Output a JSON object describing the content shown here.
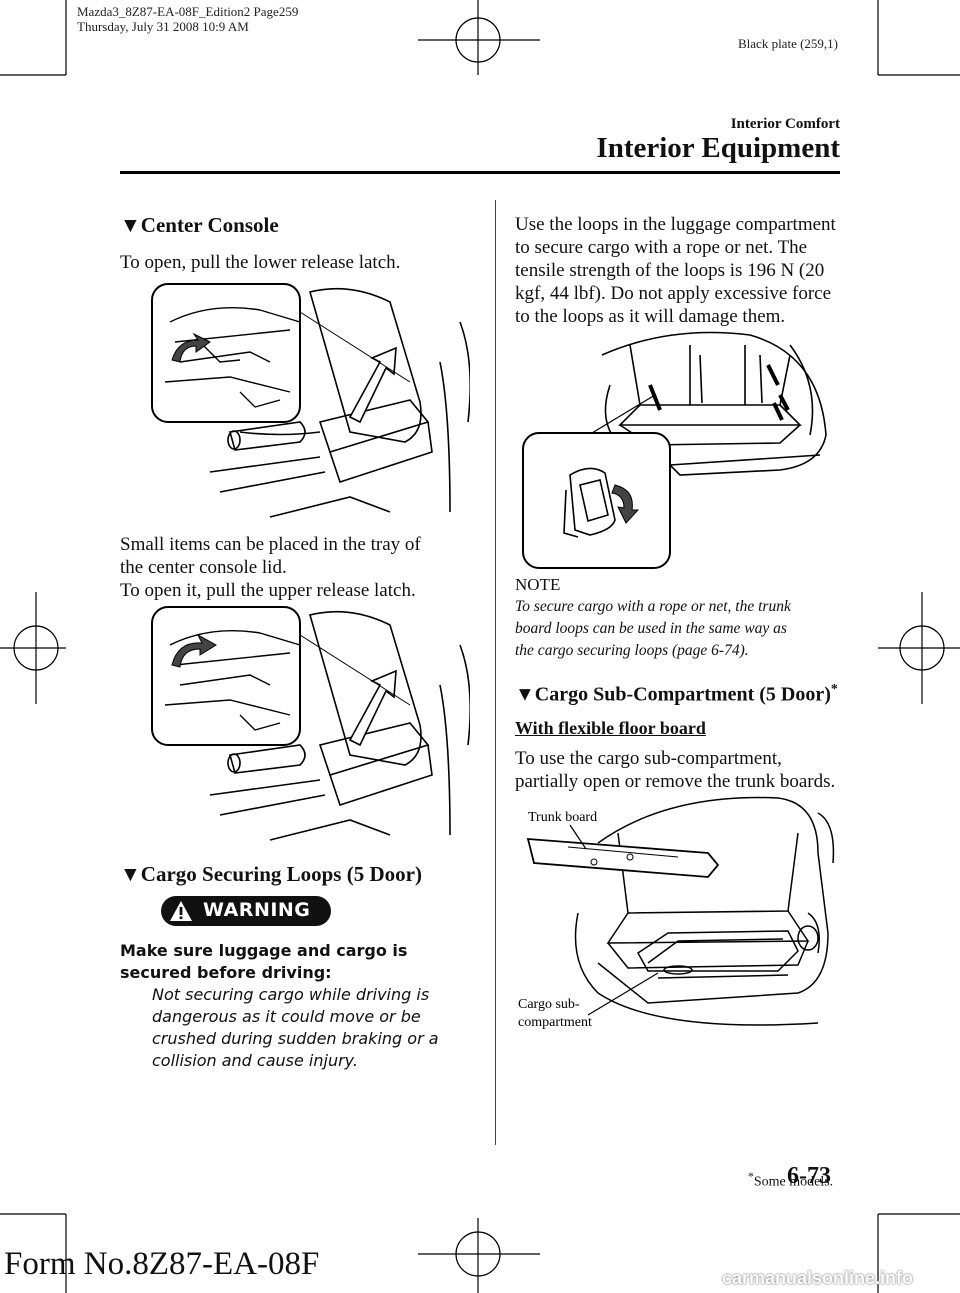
{
  "print_header": {
    "line1": "Mazda3_8Z87-EA-08F_Edition2 Page259",
    "line2": "Thursday, July 31 2008 10:9 AM",
    "plate": "Black plate (259,1)"
  },
  "running_head": {
    "chapter": "Interior Comfort",
    "section": "Interior Equipment"
  },
  "left_column": {
    "center_console": {
      "marker": "▼",
      "heading": "Center Console",
      "para1": "To open, pull the lower release latch.",
      "para2_lines": [
        "Small items can be placed in the tray of",
        "the center console lid.",
        "To open it, pull the upper release latch."
      ]
    },
    "cargo_loops": {
      "marker": "▼",
      "heading": "Cargo Securing Loops (5 Door)",
      "warning_label": "WARNING",
      "warning_lead": "Make sure luggage and cargo is secured before driving:",
      "warning_text": "Not securing cargo while driving is dangerous as it could move or be crushed during sudden braking or a collision and cause injury."
    }
  },
  "right_column": {
    "loops_text_lines": [
      "Use the loops in the luggage compartment",
      "to secure cargo with a rope or net. The",
      "tensile strength of the loops is 196 N (20",
      "kgf, 44 lbf). Do not apply excessive force",
      "to the loops as it will damage them."
    ],
    "note_label": "NOTE",
    "note_lines": [
      "To secure cargo with a rope or net, the trunk",
      "board loops can be used in the same way as",
      "the cargo securing loops (page 6-74)."
    ],
    "sub_compartment": {
      "marker": "▼",
      "heading": "Cargo Sub-Compartment (5 Door)",
      "asterisk": "*",
      "subheading": "With flexible floor board",
      "text_lines": [
        "To use the cargo sub-compartment,",
        "partially open or remove the trunk boards."
      ],
      "callout_trunk_board": "Trunk board",
      "callout_cargo_sub_1": "Cargo sub-",
      "callout_cargo_sub_2": "compartment"
    }
  },
  "footer": {
    "asterisk": "*",
    "some_models": "Some models.",
    "page_number": "6-73",
    "form_number": "Form No.8Z87-EA-08F",
    "watermark": "carmanualsonline.info"
  }
}
